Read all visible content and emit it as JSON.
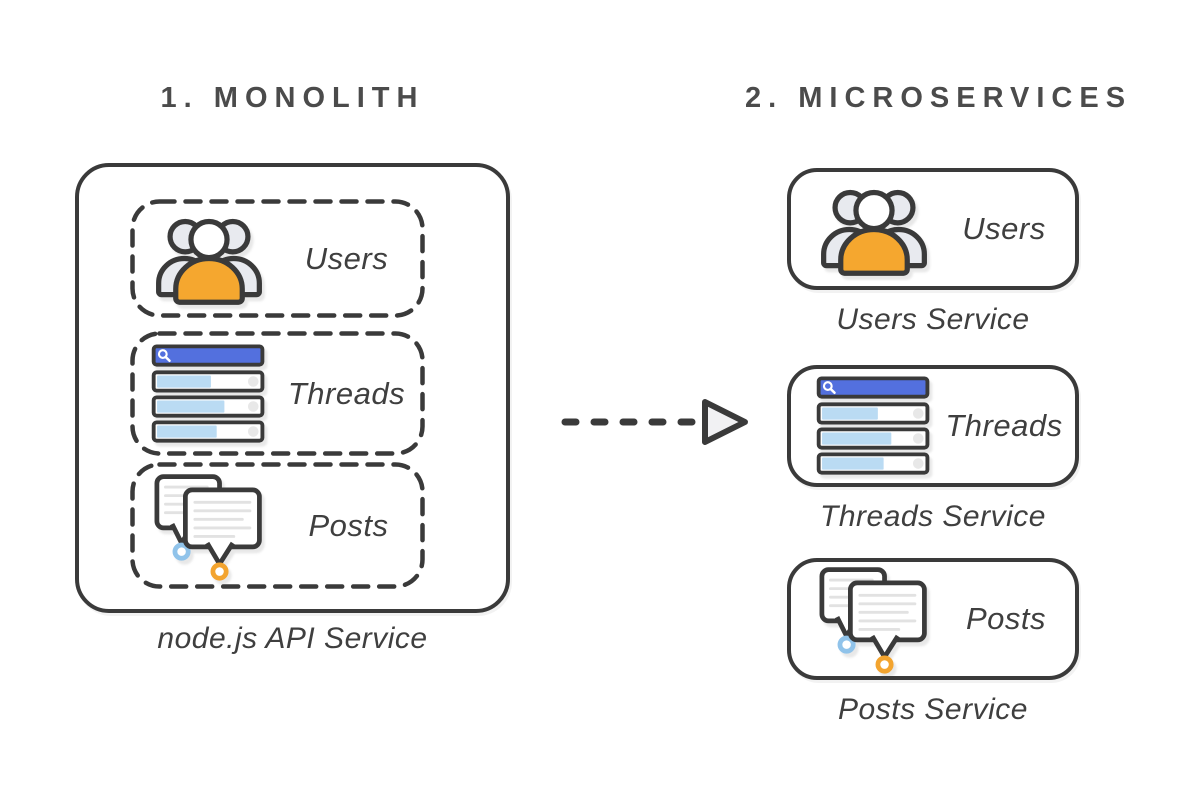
{
  "colors": {
    "outline": "#3a3a3a",
    "title_text": "#4b4b4b",
    "label_text": "#3f3f3f",
    "accent_orange": "#f5a72f",
    "person_gray": "#e8eaef",
    "search_bar_blue": "#5370de",
    "row_fill_blue": "#badbf3",
    "row_knob_gray": "#e8e8e8",
    "bubble_line_gray": "#e2e2e2",
    "dot_blue": "#90c3ea",
    "dot_orange": "#f3a42f",
    "arrowhead_fill": "#f1f1f3"
  },
  "icons": {
    "users": "users-group-icon",
    "threads": "threads-list-icon",
    "posts": "posts-chat-icon",
    "search": "search-icon",
    "arrow": "dashed-arrow-right-icon"
  },
  "monolith": {
    "title": "1. MONOLITH",
    "caption": "node.js API Service",
    "modules": [
      {
        "label": "Users",
        "icon": "users-group-icon"
      },
      {
        "label": "Threads",
        "icon": "threads-list-icon"
      },
      {
        "label": "Posts",
        "icon": "posts-chat-icon"
      }
    ]
  },
  "arrow": {
    "direction": "right",
    "style": "dashed"
  },
  "microservices": {
    "title": "2. MICROSERVICES",
    "services": [
      {
        "label": "Users",
        "caption": "Users Service",
        "icon": "users-group-icon"
      },
      {
        "label": "Threads",
        "caption": "Threads Service",
        "icon": "threads-list-icon"
      },
      {
        "label": "Posts",
        "caption": "Posts Service",
        "icon": "posts-chat-icon"
      }
    ]
  }
}
